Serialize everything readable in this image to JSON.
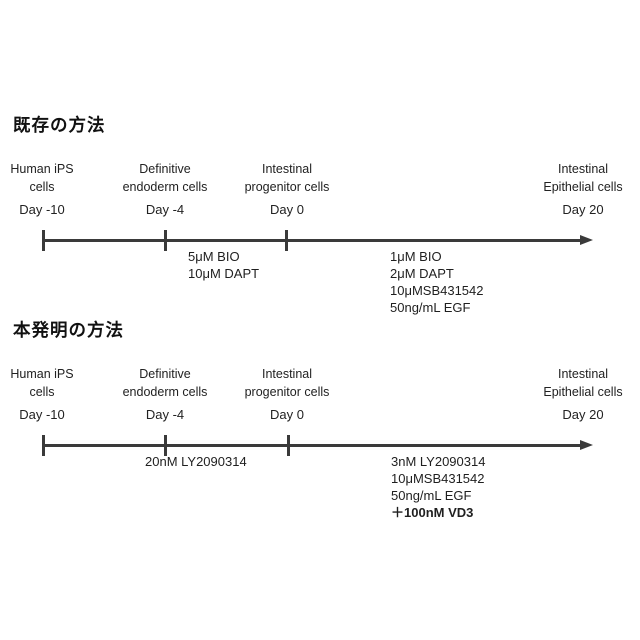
{
  "page": {
    "background": "#ffffff",
    "text_color": "#1a1a1a",
    "line_color": "#3a3a3a"
  },
  "methods": [
    {
      "title": "既存の方法",
      "stages": [
        {
          "line1": "Human iPS",
          "line2": "cells",
          "day": "Day -10"
        },
        {
          "line1": "Definitive",
          "line2": "endoderm cells",
          "day": "Day -4"
        },
        {
          "line1": "Intestinal",
          "line2": "progenitor cells",
          "day": "Day 0"
        },
        {
          "line1": "Intestinal",
          "line2": "Epithelial cells",
          "day": "Day 20"
        }
      ],
      "treatments": [
        {
          "lines": [
            "5μM BIO",
            "10μM DAPT"
          ]
        },
        {
          "lines": [
            "1μM BIO",
            "2μM DAPT",
            "10μMSB431542",
            "50ng/mL EGF"
          ]
        }
      ]
    },
    {
      "title": "本発明の方法",
      "stages": [
        {
          "line1": "Human iPS",
          "line2": "cells",
          "day": "Day -10"
        },
        {
          "line1": "Definitive",
          "line2": "endoderm cells",
          "day": "Day -4"
        },
        {
          "line1": "Intestinal",
          "line2": "progenitor cells",
          "day": "Day 0"
        },
        {
          "line1": "Intestinal",
          "line2": "Epithelial cells",
          "day": "Day 20"
        }
      ],
      "treatments": [
        {
          "lines": [
            "20nM LY2090314"
          ]
        },
        {
          "lines": [
            "3nM LY2090314",
            "10μMSB431542",
            "50ng/mL EGF",
            "＋100nM VD3"
          ]
        }
      ]
    }
  ]
}
